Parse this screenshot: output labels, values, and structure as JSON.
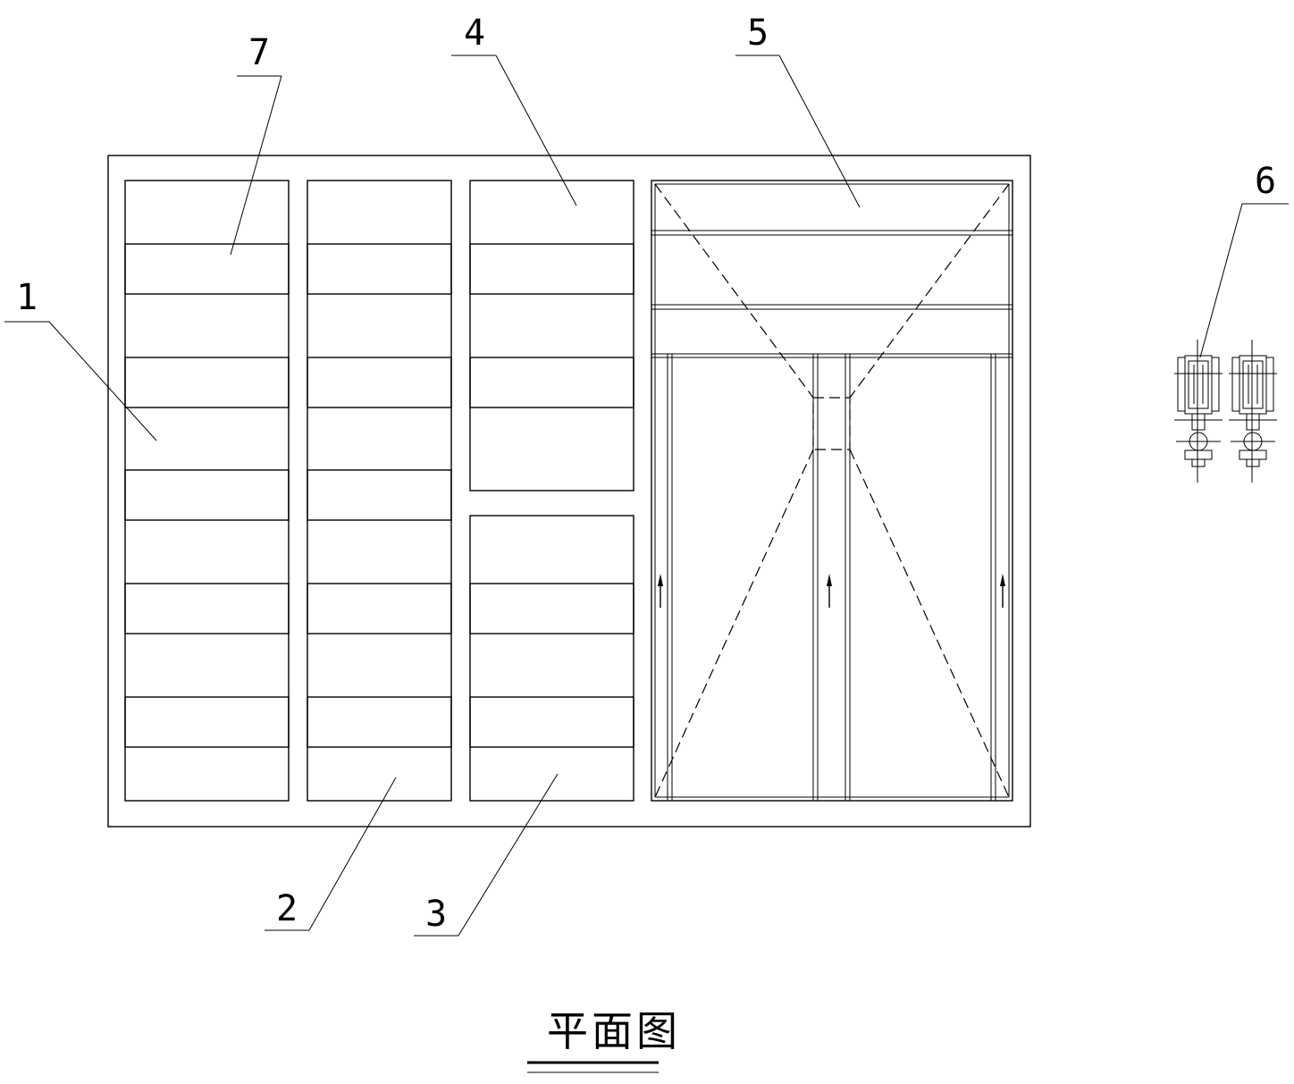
{
  "labels": {
    "l1": "1",
    "l2": "2",
    "l3": "3",
    "l4": "4",
    "l5": "5",
    "l6": "6",
    "l7": "7"
  },
  "title": "平面图"
}
